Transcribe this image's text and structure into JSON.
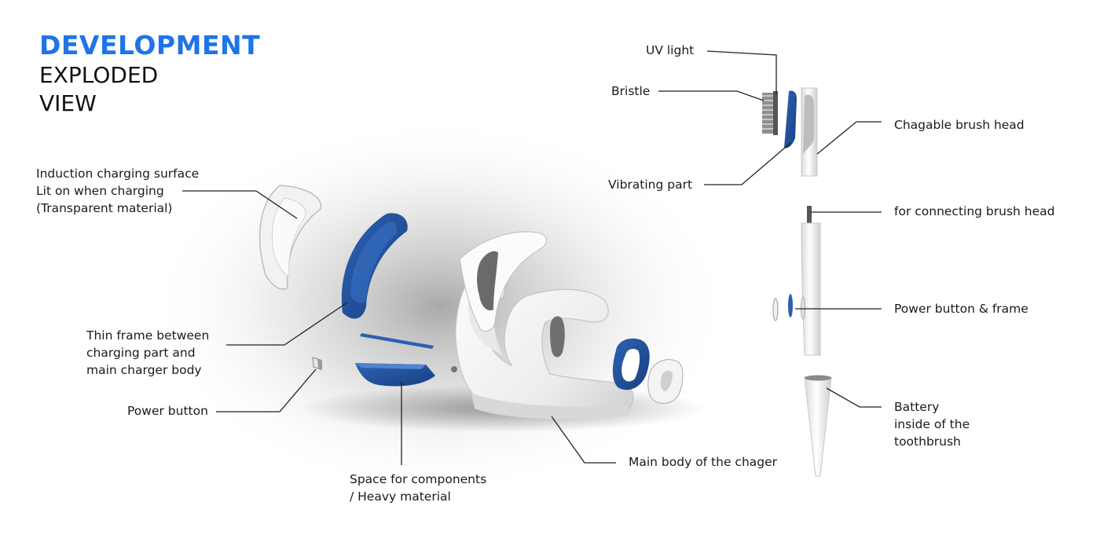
{
  "title": {
    "line1": "DEVELOPMENT",
    "line2": "EXPLODED",
    "line3": "VIEW"
  },
  "colors": {
    "accent": "#1e74e8",
    "part_blue": "#24529b",
    "part_white": "#f7f7f7",
    "text": "#1a1a1a"
  },
  "callouts": {
    "induction_surface": [
      "Induction charging surface",
      "Lit on when charging",
      "(Transparent material)"
    ],
    "thin_frame": [
      "Thin frame between",
      "charging part and",
      "main charger body"
    ],
    "power_button": "Power button",
    "components_space": [
      "Space for components",
      "/ Heavy material"
    ],
    "main_body": "Main body of the chager",
    "uv_light": "UV light",
    "bristle": "Bristle",
    "vibrating_part": "Vibrating part",
    "brush_head": "Chagable brush head",
    "connector": "for connecting brush head",
    "power_button_frame": "Power button & frame",
    "battery": [
      "Battery",
      "inside of the",
      "toothbrush"
    ]
  }
}
